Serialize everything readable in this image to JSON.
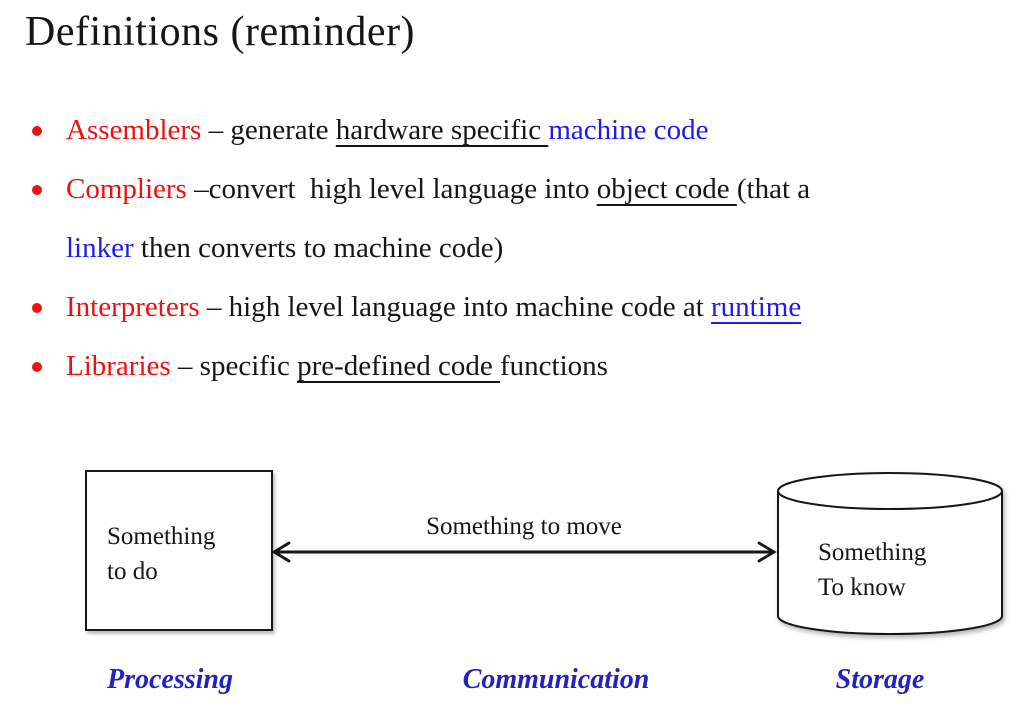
{
  "slide": {
    "title": "Definitions (reminder)"
  },
  "colors": {
    "accent_red": "#ee1111",
    "link_blue": "#1c1cee",
    "label_blue": "#2222bf",
    "ink": "#161616"
  },
  "bullets": [
    {
      "lines": [
        [
          {
            "t": "Assemblers",
            "c": "red"
          },
          {
            "t": " – generate "
          },
          {
            "t": "hardware specific ",
            "u": true
          },
          {
            "t": "machine code",
            "c": "blue"
          }
        ]
      ]
    },
    {
      "lines": [
        [
          {
            "t": "Compliers",
            "c": "red"
          },
          {
            "t": " –convert  high level language into "
          },
          {
            "t": "object code ",
            "u": true
          },
          {
            "t": "(that a"
          }
        ],
        [
          {
            "t": "linker",
            "c": "blue"
          },
          {
            "t": " then converts to machine code)"
          }
        ]
      ]
    },
    {
      "lines": [
        [
          {
            "t": "Interpreters",
            "c": "red"
          },
          {
            "t": " – high level language into machine code at "
          },
          {
            "t": "runtime",
            "c": "blue",
            "u": true
          }
        ]
      ]
    },
    {
      "lines": [
        [
          {
            "t": "Libraries",
            "c": "red"
          },
          {
            "t": " – specific "
          },
          {
            "t": "pre-defined code ",
            "u": true
          },
          {
            "t": "functions"
          }
        ]
      ]
    }
  ],
  "diagram": {
    "process_box": {
      "lines": [
        "Something",
        "to do"
      ]
    },
    "arrow_label": "Something to move",
    "storage": {
      "lines": [
        "Something",
        "To know"
      ]
    },
    "labels": {
      "processing": "Processing",
      "communication": "Communication",
      "storage": "Storage"
    }
  }
}
